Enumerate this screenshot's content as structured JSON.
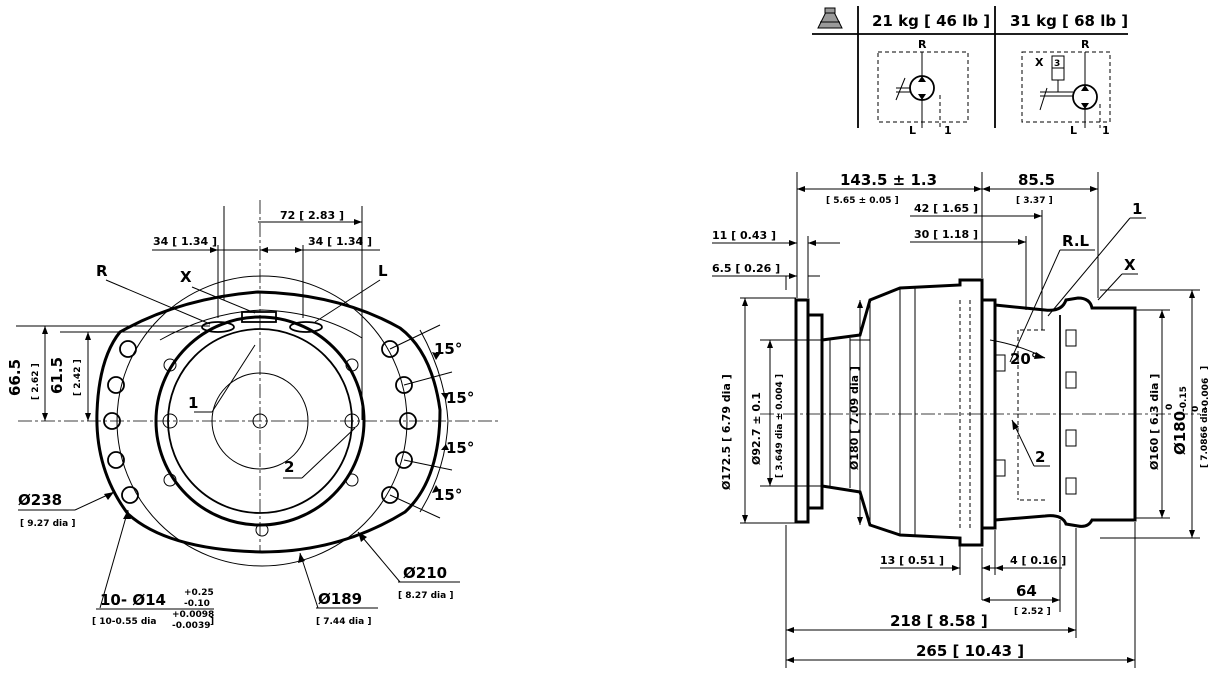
{
  "weights": {
    "a": "21 kg [ 46 lb ]",
    "b": "31 kg [ 68 lb ]"
  },
  "schematic_labels": {
    "R": "R",
    "L": "L",
    "one": "1",
    "X": "X",
    "three": "3"
  },
  "front": {
    "d72": "72 [ 2.83 ]",
    "d34a": "34 [ 1.34 ]",
    "d34b": "34 [ 1.34 ]",
    "R": "R",
    "X": "X",
    "L": "L",
    "one": "1",
    "two": "2",
    "d66": "66.5",
    "d66i": "[ 2.62 ]",
    "d61": "61.5",
    "d61i": "[ 2.42 ]",
    "ang1": "15°",
    "ang2": "15°",
    "ang3": "15°",
    "ang4": "15°",
    "d238": "Ø238",
    "d238i": "[ 9.27 dia ]",
    "holes_main": "10-  Ø14",
    "holes_tol_up": "+0.25",
    "holes_tol_dn": "-0.10",
    "holes_inch": "[ 10-0.55 dia",
    "holes_inch_up": "+0.0098",
    "holes_inch_dn": "-0.0039",
    "holes_inch_end": "]",
    "d189": "Ø189",
    "d189i": "[ 7.44 dia ]",
    "d210": "Ø210",
    "d210i": "[ 8.27 dia ]"
  },
  "side": {
    "d143": "143.5 ± 1.3",
    "d143i": "[ 5.65 ± 0.05 ]",
    "d85": "85.5",
    "d85i": "[ 3.37 ]",
    "d42": "42 [ 1.65 ]",
    "d30": "30 [ 1.18 ]",
    "d11": "11 [ 0.43 ]",
    "d65": "6.5 [ 0.26 ]",
    "one": "1",
    "RL": "R.L",
    "X": "X",
    "two": "2",
    "ang20": "20°",
    "d1725": "Ø172.5 [ 6.79 dia ]",
    "d927": "Ø92.7 ± 0.1",
    "d927i": "[ 3.649 dia ± 0.004 ]",
    "d180in": "Ø180 [ 7.09 dia ]",
    "d160": "Ø160 [ 6.3 dia ]",
    "d180r": "Ø180",
    "d180r_up": "0",
    "d180r_dn": "-0.15",
    "d180ri": "[ 7.0866 dia",
    "d180ri_up": "0",
    "d180ri_dn": "-0.006",
    "d180ri_end": "]",
    "d13": "13 [ 0.51 ]",
    "d4": "4 [ 0.16 ]",
    "d64": "64",
    "d64i": "[ 2.52 ]",
    "d218": "218 [ 8.58 ]",
    "d265": "265 [ 10.43 ]"
  }
}
